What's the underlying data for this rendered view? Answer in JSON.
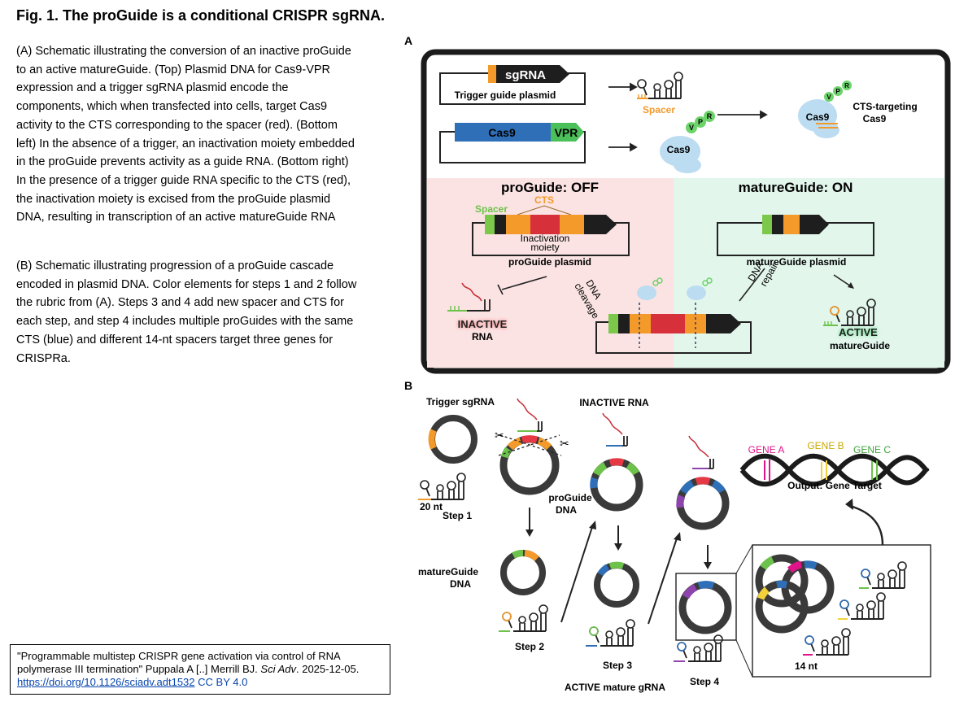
{
  "figure": {
    "title": "Fig. 1. The proGuide is a conditional CRISPR sgRNA.",
    "caption_a": "(A) Schematic illustrating the conversion of an inactive proGuide to an active matureGuide. (Top) Plasmid DNA for Cas9-VPR expression and a trigger sgRNA plasmid encode the components, which when transfected into cells, target Cas9 activity to the CTS corresponding to the spacer (red). (Bottom left) In the absence of a trigger, an inactivation moiety embedded in the proGuide prevents activity as a guide RNA. (Bottom right) In the presence of a trigger guide RNA specific to the CTS (red), the inactivation moiety is excised from the proGuide plasmid DNA, resulting in transcription of an active matureGuide RNA",
    "caption_b": "(B) Schematic illustrating progression of a proGuide cascade encoded in plasmid DNA. Color elements for steps 1 and 2 follow the rubric from (A). Steps 3 and 4 add new spacer and CTS for each step, and step 4 includes multiple proGuides with the same CTS (blue) and different 14-nt spacers target three genes for CRISPRa."
  },
  "citation": {
    "text": "\"Programmable multistep CRISPR gene activation via control of RNA polymerase III termination\" Puppala A [..] Merrill BJ. ",
    "journal": "Sci Adv",
    "date": ". 2025-12-05.",
    "doi": "https://doi.org/10.1126/sciadv.adt1532",
    "license": "CC BY 4.0"
  },
  "panel_a": {
    "label": "A",
    "sgrna": "sgRNA",
    "trigger_plasmid": "Trigger guide plasmid",
    "spacer": "Spacer",
    "cas9": "Cas9",
    "vpr": "VPR",
    "v": "V",
    "p": "P",
    "r": "R",
    "cts_targeting_1": "CTS-targeting",
    "cts_targeting_2": "Cas9",
    "proguide_off": "proGuide: OFF",
    "matureguide_on": "matureGuide: ON",
    "cts": "CTS",
    "inactivation_1": "Inactivation",
    "inactivation_2": "moiety",
    "proguide_plasmid": "proGuide plasmid",
    "matureguide_plasmid": "matureGuide plasmid",
    "inactive": "INACTIVE",
    "rna": "RNA",
    "dna_cleavage_1": "DNA",
    "dna_cleavage_2": "cleavage",
    "dna_repair_1": "DNA",
    "dna_repair_2": "repair",
    "active": "ACTIVE",
    "matureguide": "matureGuide"
  },
  "panel_b": {
    "label": "B",
    "trigger_sgrna": "Trigger sgRNA",
    "inactive_rna": "INACTIVE RNA",
    "nt20": "20 nt",
    "step1": "Step 1",
    "proguide_1": "proGuide",
    "proguide_2": "DNA",
    "matureguide_1": "matureGuide",
    "matureguide_2": "DNA",
    "step2": "Step 2",
    "step3": "Step 3",
    "step4": "Step 4",
    "active_mature": "ACTIVE mature gRNA",
    "gene_a": "GENE A",
    "gene_b": "GENE B",
    "gene_c": "GENE C",
    "output": "Output: Gene Target",
    "nt14": "14 nt"
  },
  "colors": {
    "spacer_orange": "#f39a2b",
    "cts_red": "#e53945",
    "green": "#6cc24a",
    "blue": "#2f6fb8",
    "purple": "#8e44ad",
    "magenta": "#e0148a",
    "yellow": "#f2d23a",
    "off_bg": "#fbe3e3",
    "on_bg": "#e2f6ec",
    "cas9_bg": "#bcdcf2"
  }
}
